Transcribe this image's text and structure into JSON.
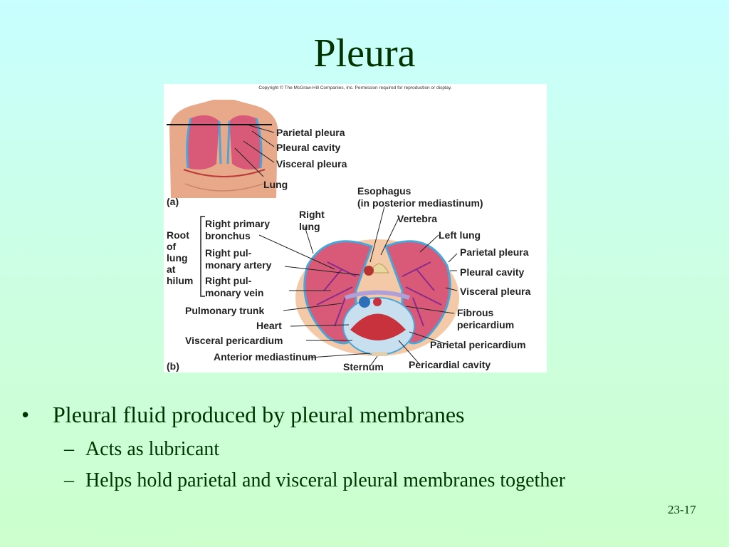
{
  "slide": {
    "title": "Pleura",
    "page_number": "23-17"
  },
  "figure": {
    "copyright": "Copyright © The McGraw-Hill Companies, Inc. Permission required for reproduction or display.",
    "panel_a": {
      "tag": "(a)",
      "labels": {
        "parietal_pleura": "Parietal pleura",
        "pleural_cavity": "Pleural cavity",
        "visceral_pleura": "Visceral pleura",
        "lung": "Lung"
      }
    },
    "panel_b": {
      "tag": "(b)",
      "root_label": [
        "Root",
        "of",
        "lung",
        "at",
        "hilum"
      ],
      "labels": {
        "esophagus": "Esophagus",
        "esophagus_sub": "(in posterior mediastinum)",
        "right_lung_1": "Right",
        "right_lung_2": "lung",
        "vertebra": "Vertebra",
        "left_lung": "Left lung",
        "right_primary_bronchus_1": "Right primary",
        "right_primary_bronchus_2": "bronchus",
        "right_pulmonary_artery_1": "Right pul-",
        "right_pulmonary_artery_2": "monary artery",
        "right_pulmonary_vein_1": "Right pul-",
        "right_pulmonary_vein_2": "monary vein",
        "parietal_pleura": "Parietal pleura",
        "pleural_cavity": "Pleural cavity",
        "visceral_pleura": "Visceral pleura",
        "pulmonary_trunk": "Pulmonary trunk",
        "fibrous_pericardium_1": "Fibrous",
        "fibrous_pericardium_2": "pericardium",
        "heart": "Heart",
        "visceral_pericardium": "Visceral pericardium",
        "parietal_pericardium": "Parietal pericardium",
        "anterior_mediastinum": "Anterior mediastinum",
        "sternum": "Sternum",
        "pericardial_cavity": "Pericardial cavity"
      }
    }
  },
  "bullets": {
    "main": "Pleural fluid produced by pleural membranes",
    "sub": [
      "Acts as lubricant",
      "Helps hold parietal and visceral pleural membranes together"
    ],
    "bullet_symbol": "•",
    "dash_symbol": "–"
  },
  "colors": {
    "title": "#003300",
    "lung": "#d85a78",
    "pleura_blue": "#4aa6d8",
    "skin": "#e8a98a"
  }
}
